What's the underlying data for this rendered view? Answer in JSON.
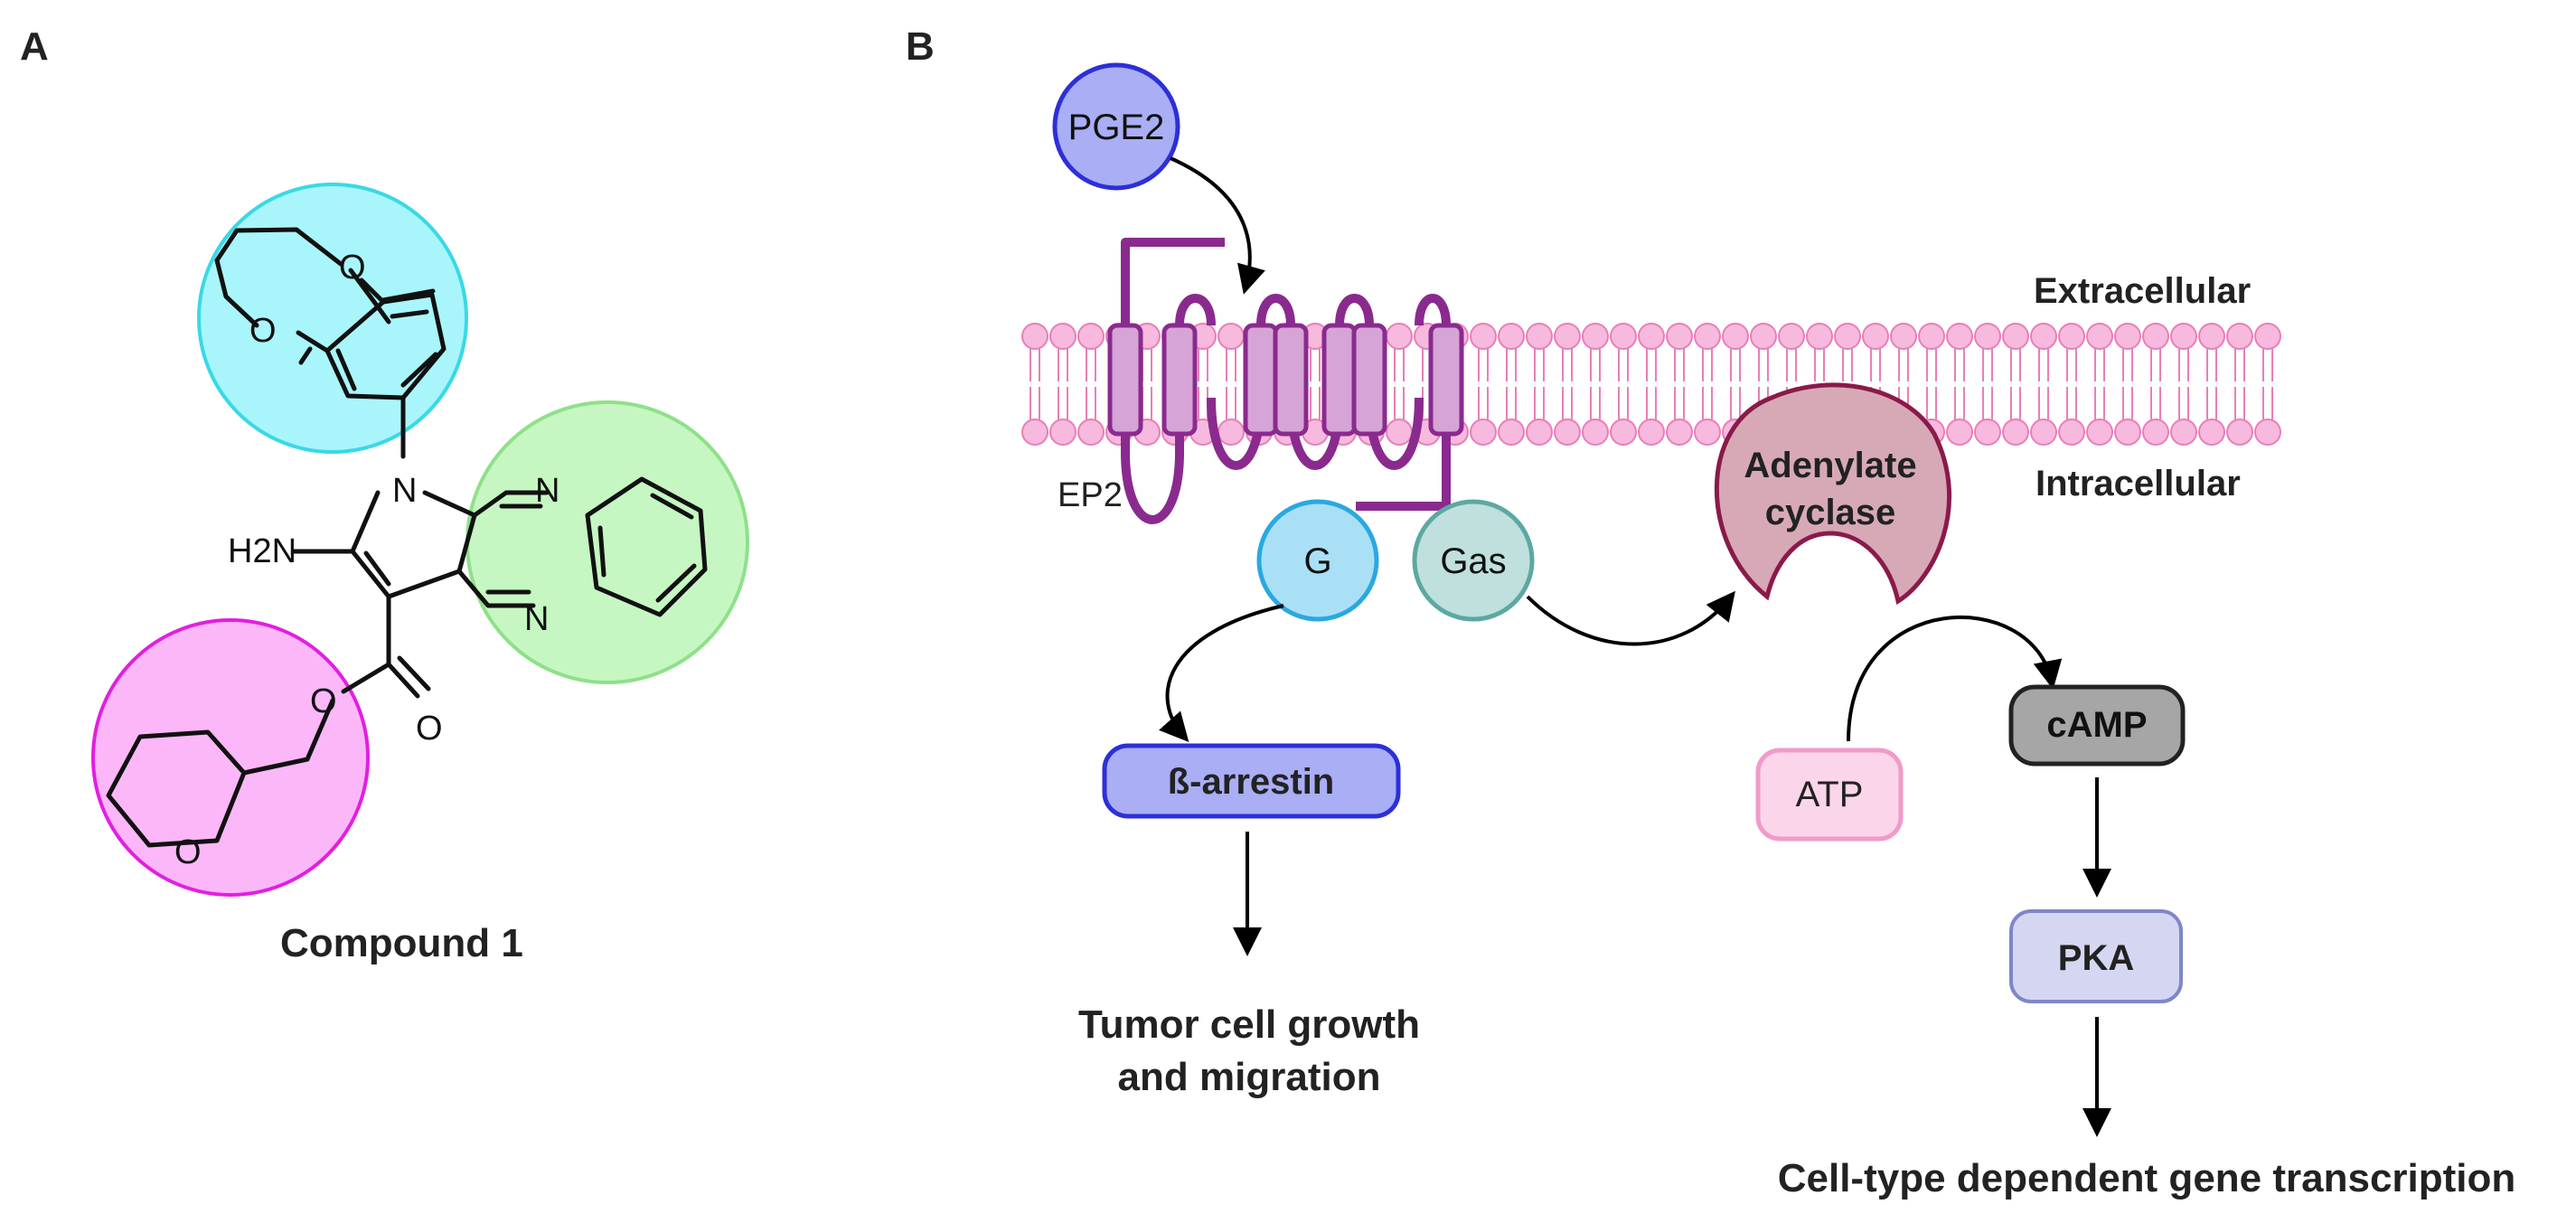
{
  "panels": {
    "a_label": "A",
    "b_label": "B"
  },
  "compound": {
    "caption": "Compound 1",
    "atoms": {
      "o_top": "O",
      "o_bottom_dioxane": "O",
      "n_pyrrole": "N",
      "n_top": "N",
      "n_bottom": "N",
      "nh2": "H2N",
      "o_ester": "O",
      "o_carbonyl": "O",
      "o_thf": "O"
    },
    "highlight_colors": {
      "cyan": "#a8f6fb",
      "green": "#c6f7c2",
      "magenta": "#fcb7f9"
    }
  },
  "pathway": {
    "pge2": "PGE2",
    "ep2": "EP2",
    "extracellular": "Extracellular",
    "intracellular": "Intracellular",
    "g": "G",
    "gas": "Gas",
    "adenylate_cyclase_line1": "Adenylate",
    "adenylate_cyclase_line2": "cyclase",
    "b_arrestin": "ß-arrestin",
    "atp": "ATP",
    "camp": "cAMP",
    "pka": "PKA",
    "tumor_line1": "Tumor cell growth",
    "tumor_line2": "and migration",
    "gene_transcription": "Cell-type dependent gene transcription"
  },
  "colors": {
    "membrane": "#f7b9de",
    "receptor": "#8a2a8e",
    "pge2_fill": "#a9aef5",
    "g_fill": "#a9e0f6",
    "gas_fill": "#bfe0dc",
    "cyclase_fill": "#d7a9b7",
    "arrestin_fill": "#a9aef5",
    "atp_fill": "#fbd5ea",
    "camp_fill": "#a6a6a6",
    "pka_fill": "#d5d7f2"
  }
}
